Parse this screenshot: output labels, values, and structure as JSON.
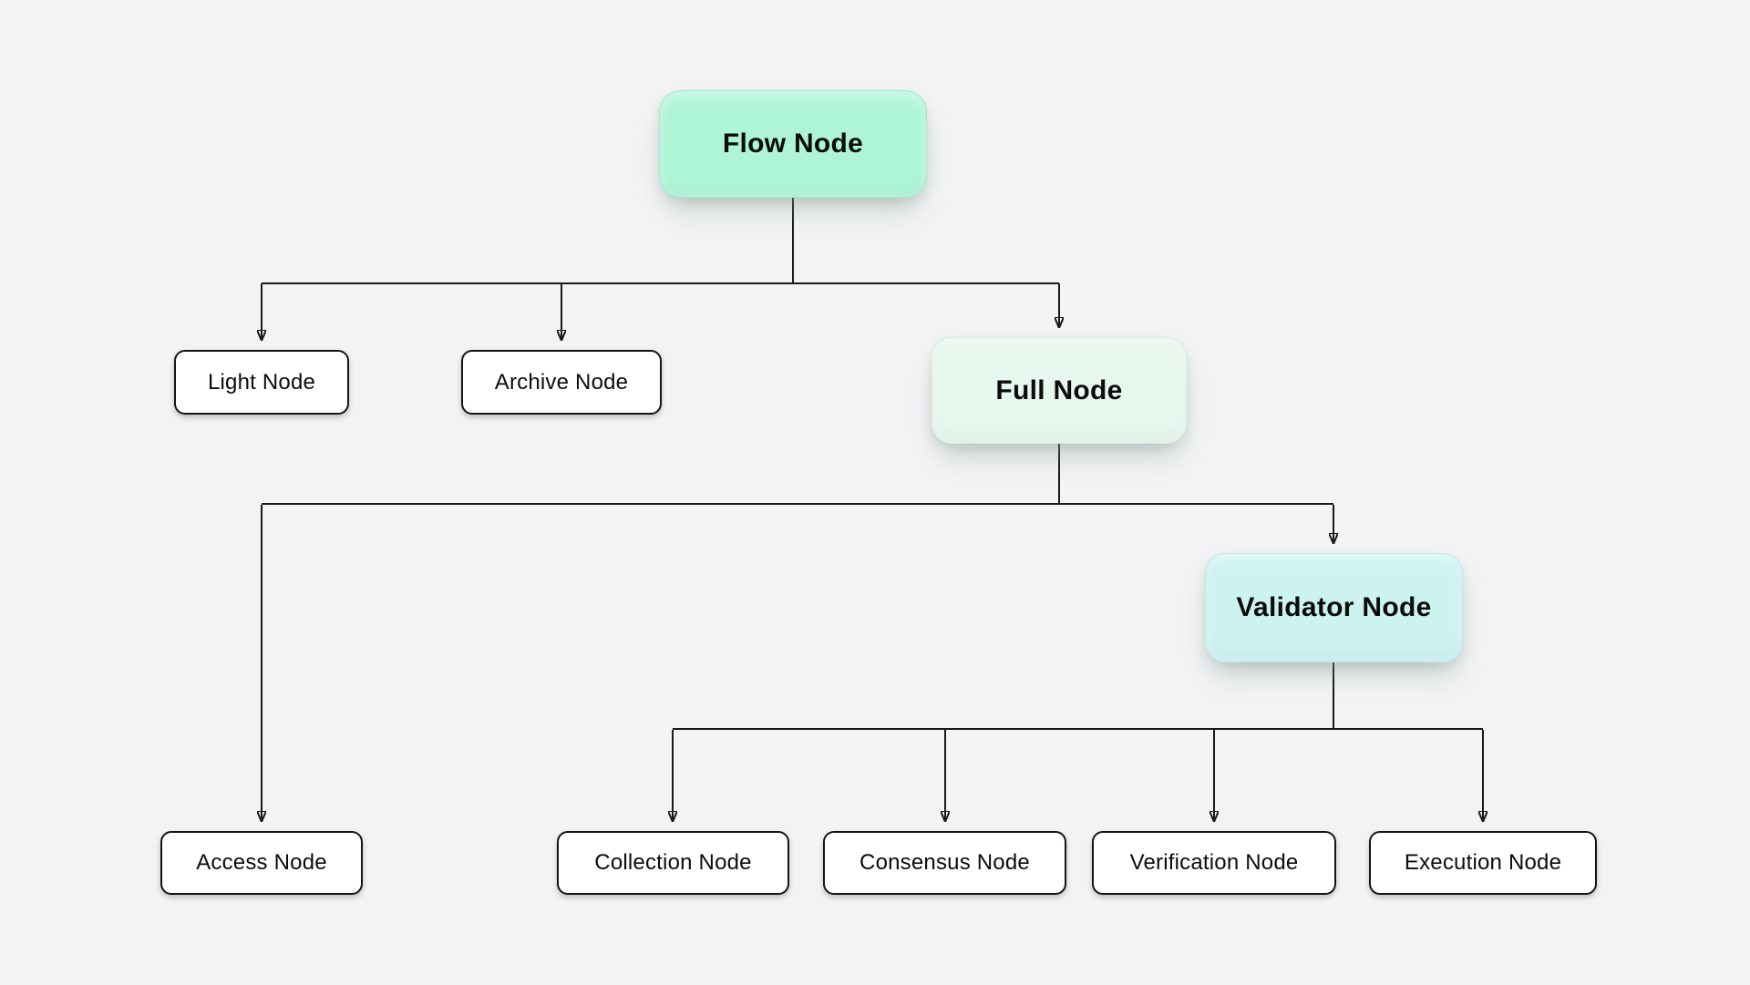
{
  "canvas": {
    "background": "#f2f3f5",
    "line_color": "#1a1a1a",
    "text_color": "#0c0c0c"
  },
  "nodes": {
    "flow": {
      "label": "Flow Node",
      "fill": "#aef5d8"
    },
    "light": {
      "label": "Light Node",
      "fill": "#ffffff"
    },
    "archive": {
      "label": "Archive Node",
      "fill": "#ffffff"
    },
    "full": {
      "label": "Full Node",
      "fill": "#e8f7ee"
    },
    "validator": {
      "label": "Validator Node",
      "fill": "#cdf3f1"
    },
    "access": {
      "label": "Access Node",
      "fill": "#ffffff"
    },
    "collection": {
      "label": "Collection Node",
      "fill": "#ffffff"
    },
    "consensus": {
      "label": "Consensus Node",
      "fill": "#ffffff"
    },
    "verification": {
      "label": "Verification Node",
      "fill": "#ffffff"
    },
    "execution": {
      "label": "Execution Node",
      "fill": "#ffffff"
    }
  },
  "edges": [
    {
      "from": "Flow Node",
      "to": "Light Node"
    },
    {
      "from": "Flow Node",
      "to": "Archive Node"
    },
    {
      "from": "Flow Node",
      "to": "Full Node"
    },
    {
      "from": "Full Node",
      "to": "Access Node"
    },
    {
      "from": "Full Node",
      "to": "Validator Node"
    },
    {
      "from": "Validator Node",
      "to": "Collection Node"
    },
    {
      "from": "Validator Node",
      "to": "Consensus Node"
    },
    {
      "from": "Validator Node",
      "to": "Verification Node"
    },
    {
      "from": "Validator Node",
      "to": "Execution Node"
    }
  ]
}
